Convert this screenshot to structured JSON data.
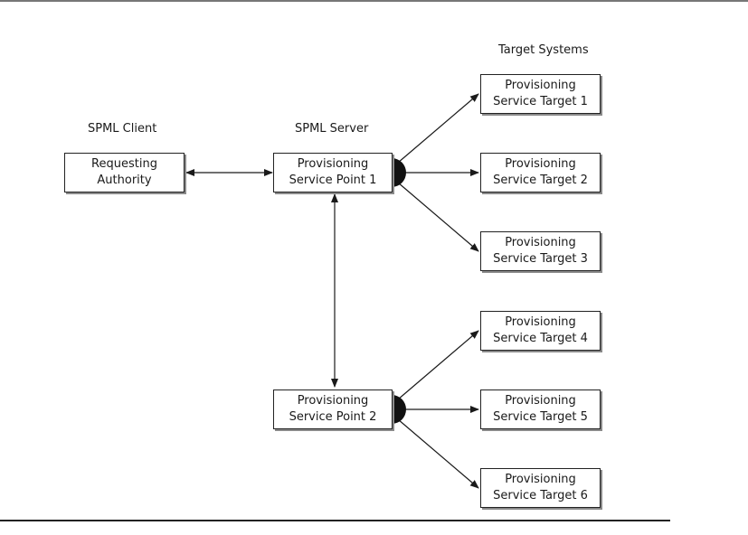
{
  "headings": {
    "client": "SPML Client",
    "server": "SPML Server",
    "targets": "Target Systems"
  },
  "nodes": {
    "ra": {
      "line1": "Requesting",
      "line2": "Authority"
    },
    "psp1": {
      "line1": "Provisioning",
      "line2": "Service Point 1"
    },
    "psp2": {
      "line1": "Provisioning",
      "line2": "Service Point 2"
    },
    "pst1": {
      "line1": "Provisioning",
      "line2": "Service Target 1"
    },
    "pst2": {
      "line1": "Provisioning",
      "line2": "Service Target 2"
    },
    "pst3": {
      "line1": "Provisioning",
      "line2": "Service Target 3"
    },
    "pst4": {
      "line1": "Provisioning",
      "line2": "Service Target 4"
    },
    "pst5": {
      "line1": "Provisioning",
      "line2": "Service Target 5"
    },
    "pst6": {
      "line1": "Provisioning",
      "line2": "Service Target 6"
    }
  },
  "colors": {
    "line": "#1a1a1a",
    "connector_dot": "#111111",
    "box_shadow": "#8a8a8a"
  }
}
